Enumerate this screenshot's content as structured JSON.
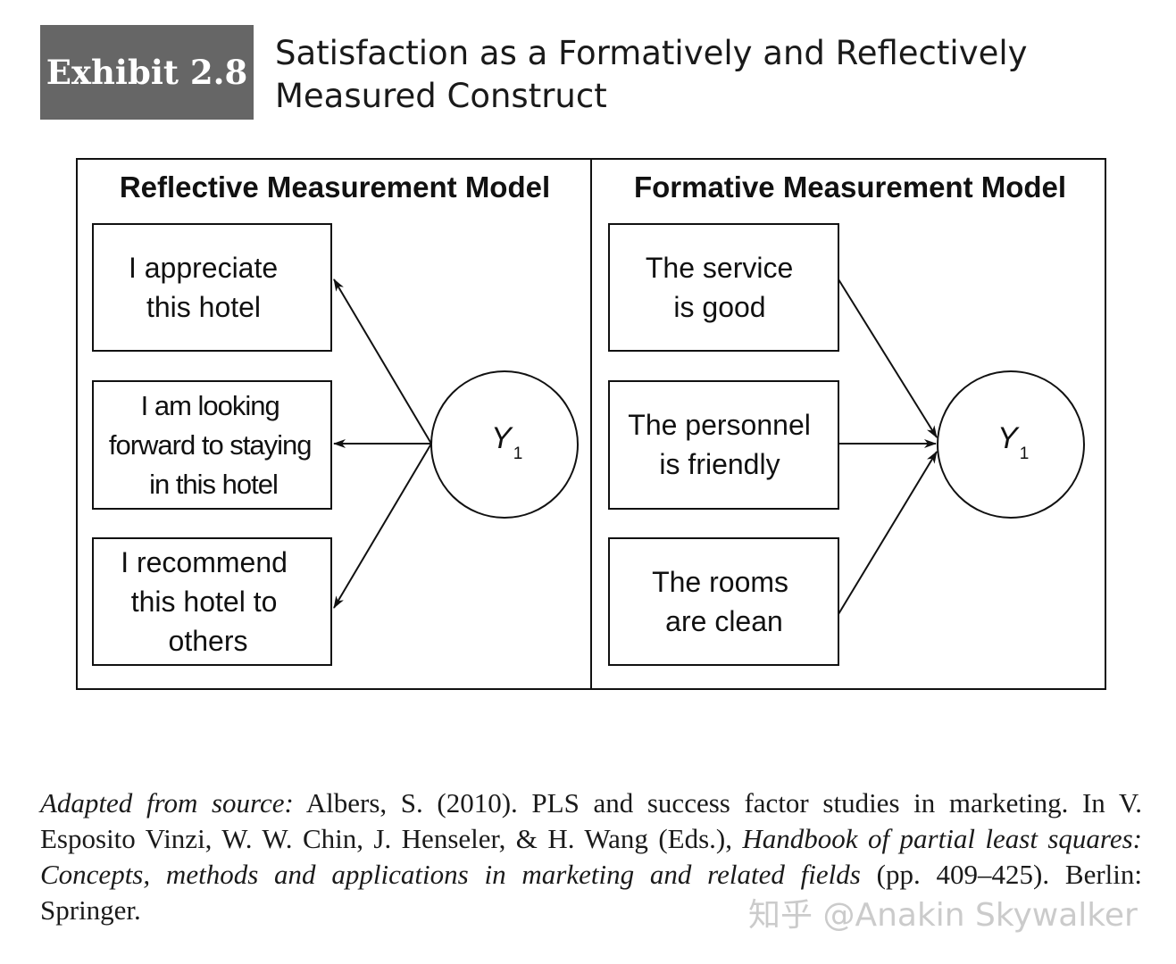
{
  "header": {
    "exhibit_label": "Exhibit 2.8",
    "title_line1": "Satisfaction as a Formatively and Reflectively",
    "title_line2": "Measured Construct"
  },
  "reflective": {
    "title": "Reflective Measurement Model",
    "indicators": [
      {
        "lines": [
          "I appreciate",
          "this hotel"
        ]
      },
      {
        "lines": [
          "I am looking",
          "forward to staying",
          "in this hotel"
        ]
      },
      {
        "lines": [
          "I recommend",
          "this hotel to",
          "others"
        ]
      }
    ],
    "construct": {
      "label": "Y",
      "subscript": "1"
    }
  },
  "formative": {
    "title": "Formative Measurement Model",
    "indicators": [
      {
        "lines": [
          "The service",
          "is good"
        ]
      },
      {
        "lines": [
          "The personnel",
          "is friendly"
        ]
      },
      {
        "lines": [
          "The rooms",
          "are clean"
        ]
      }
    ],
    "construct": {
      "label": "Y",
      "subscript": "1"
    }
  },
  "source": {
    "lead": "Adapted from source:",
    "text1": " Albers, S. (2010). PLS and success factor studies in marketing. In V. Esposito Vinzi, W. W. Chin, J. Henseler, & H. Wang (Eds.), ",
    "book": "Handbook of partial least squares: Concepts, methods and applications in marketing and related fields",
    "text2": " (pp. 409–425). Berlin: Springer."
  },
  "watermark": "知乎 @Anakin Skywalker"
}
